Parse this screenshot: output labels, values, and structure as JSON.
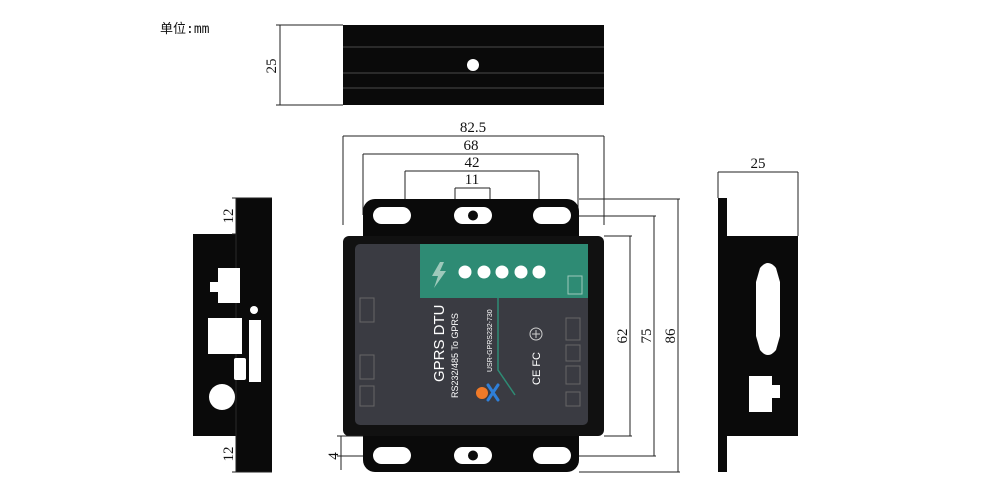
{
  "unit_label": "单位:mm",
  "dimensions": {
    "top_height": "25",
    "width_overall": "82.5",
    "width_68": "68",
    "width_42": "42",
    "width_11": "11",
    "left_upper": "12",
    "left_lower": "12",
    "bottom_offset": "4",
    "height_62": "62",
    "height_75": "75",
    "height_86": "86",
    "side_width": "25"
  },
  "device": {
    "title": "GPRS DTU",
    "subtitle": "RS232/485 To GPRS",
    "model": "USR-GPRS232-730",
    "panel_color": "#3a3b42",
    "accent_color": "#2e8b74",
    "logo_color": "#f07a28",
    "cert_marks": "CE FC"
  }
}
